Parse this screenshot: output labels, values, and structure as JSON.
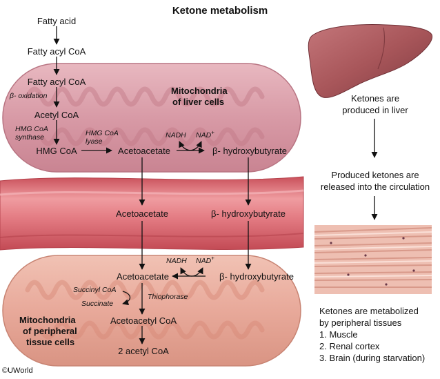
{
  "title": "Ketone metabolism",
  "liver": {
    "fatty_acid": "Fatty acid",
    "fatty_acyl_coa_1": "Fatty acyl CoA",
    "fatty_acyl_coa_2": "Fatty acyl CoA",
    "beta_oxidation": "β- oxidation",
    "acetyl_coa": "Acetyl CoA",
    "hmg_coa_synthase_1": "HMG CoA",
    "hmg_coa_synthase_2": "synthase",
    "hmg_coa": "HMG CoA",
    "hmg_coa_lyase_1": "HMG CoA",
    "hmg_coa_lyase_2": "lyase",
    "acetoacetate": "Acetoacetate",
    "nadh": "NADH",
    "nad": "NAD",
    "nad_sup": "+",
    "hydroxybutyrate": "β- hydroxybutyrate",
    "mito_label_1": "Mitochondria",
    "mito_label_2": "of liver cells"
  },
  "blood": {
    "acetoacetate": "Acetoacetate",
    "hydroxybutyrate": "β- hydroxybutyrate"
  },
  "peripheral": {
    "acetoacetate": "Acetoacetate",
    "nadh": "NADH",
    "nad": "NAD",
    "nad_sup": "+",
    "hydroxybutyrate": "β- hydroxybutyrate",
    "succinyl_coa": "Succinyl CoA",
    "succinate": "Succinate",
    "thiophorase": "Thiophorase",
    "acetoacetyl_coa": "Acetoacetyl CoA",
    "acetyl_coa": "2 acetyl CoA",
    "mito_label_1": "Mitochondria",
    "mito_label_2": "of peripheral",
    "mito_label_3": "tissue cells"
  },
  "side": {
    "produced_1": "Ketones are",
    "produced_2": "produced in liver",
    "released_1": "Produced ketones are",
    "released_2": "released into the circulation",
    "metabolized_1": "Ketones are metabolized",
    "metabolized_2": "by peripheral tissues",
    "item_1": "1. Muscle",
    "item_2": "2. Renal cortex",
    "item_3": "3. Brain (during starvation)"
  },
  "copyright": "©UWorld",
  "colors": {
    "liver_mito": "#d89aa6",
    "liver_mito_inner": "#c77f8e",
    "vessel": "#d9646a",
    "vessel_light": "#ef9ca0",
    "peripheral_mito": "#e8a99a",
    "peripheral_inner": "#dd917f",
    "liver_organ": "#a8565a",
    "muscle": "#eebfb2"
  }
}
